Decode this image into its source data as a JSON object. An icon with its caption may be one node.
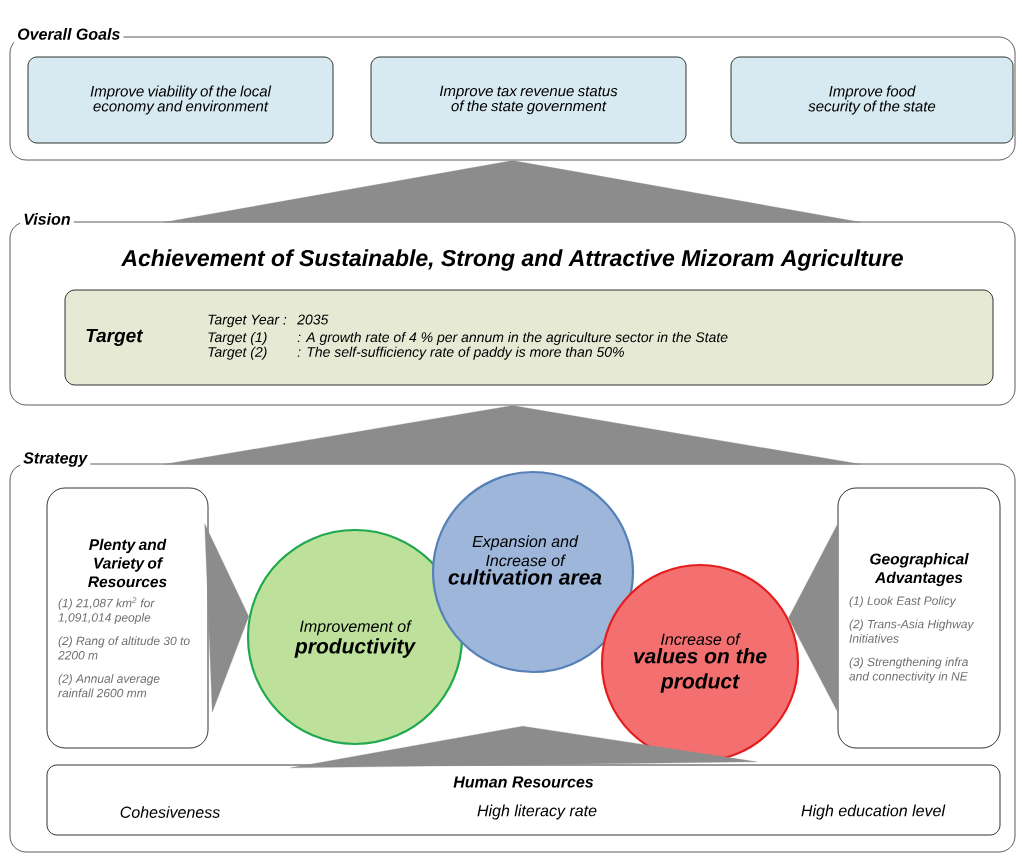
{
  "diagram": {
    "nodes": [
      {
        "text": [
          "Overall Goals"
        ]
      },
      {
        "text": [
          "Improve viability of the local economy and environment"
        ],
        "in": 0
      },
      {
        "text": [
          "Improve tax revenue status of the state government"
        ],
        "in": 0
      },
      {
        "text": [
          "Improve food security of the state"
        ],
        "in": 0
      },
      {
        "text": [
          "Vision",
          "Achievement of Sustainable, Strong and Attractive Mizoram Agriculture"
        ]
      },
      {
        "text": [
          "Target",
          "Target Year :",
          "2035",
          "Target (1)",
          ": A growth rate of 4 % per annum in the agriculture sector in the State",
          "Target (2)",
          ": The self-sufficiency rate of paddy is more than 50%"
        ],
        "in": 4
      },
      {
        "text": [
          "Strategy"
        ]
      },
      {
        "text": [
          "Plenty and Variety of Resources",
          "(1) 21,087 km$^{2}$ for 1,091,014 people",
          "(2) Rang of altitude 30 to 2200 m",
          "(2) Annual average rainfall 2600 mm"
        ],
        "in": 6
      },
      {
        "text": [
          "Improvement of",
          "productivity"
        ],
        "in": 6
      },
      {
        "text": [
          "Expansion and Increase of",
          "cultivation area"
        ],
        "in": 6
      },
      {
        "text": [
          "Increase of",
          "values on the product"
        ],
        "in": 6
      },
      {
        "text": [
          "Geographical Advantages",
          "(1) Look East Policy",
          "(2) Trans-Asia Highway Initiatives",
          "(3) Strengthening infra and connectivity in NE"
        ],
        "in": 6
      },
      {
        "text": [
          "Human Resources",
          "Cohesiveness",
          "High literacy rate",
          "High education level"
        ],
        "in": 6
      }
    ],
    "edges": [
      {
        "from": 4,
        "to": 0,
        "arrow": "to"
      },
      {
        "from": 6,
        "to": 4,
        "arrow": "to"
      },
      {
        "from": 7,
        "to": 8,
        "arrow": "to"
      },
      {
        "from": 11,
        "to": 10,
        "arrow": "to"
      },
      {
        "from": 12,
        "to": null,
        "arrow": "to"
      }
    ]
  }
}
